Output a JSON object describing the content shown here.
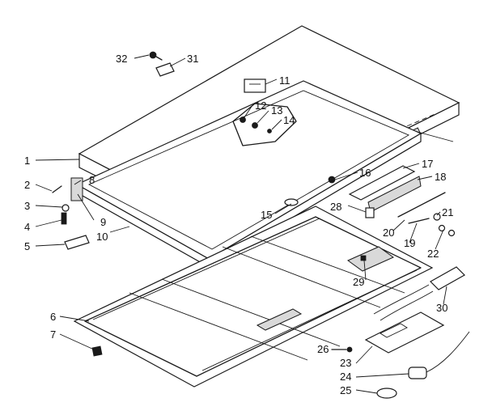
{
  "callouts": {
    "p1": "1",
    "p2": "2",
    "p3": "3",
    "p4": "4",
    "p5": "5",
    "p6": "6",
    "p7": "7",
    "p8": "8",
    "p9": "9",
    "p10": "10",
    "p11": "11",
    "p12": "12",
    "p13": "13",
    "p14": "14",
    "p15": "15",
    "p16": "16",
    "p17": "17",
    "p18": "18",
    "p19": "19",
    "p20": "20",
    "p21": "21",
    "p22": "22",
    "p23": "23",
    "p24": "24",
    "p25": "25",
    "p26": "26",
    "p28": "28",
    "p29": "29",
    "p30": "30",
    "p31": "31",
    "p32": "32"
  }
}
